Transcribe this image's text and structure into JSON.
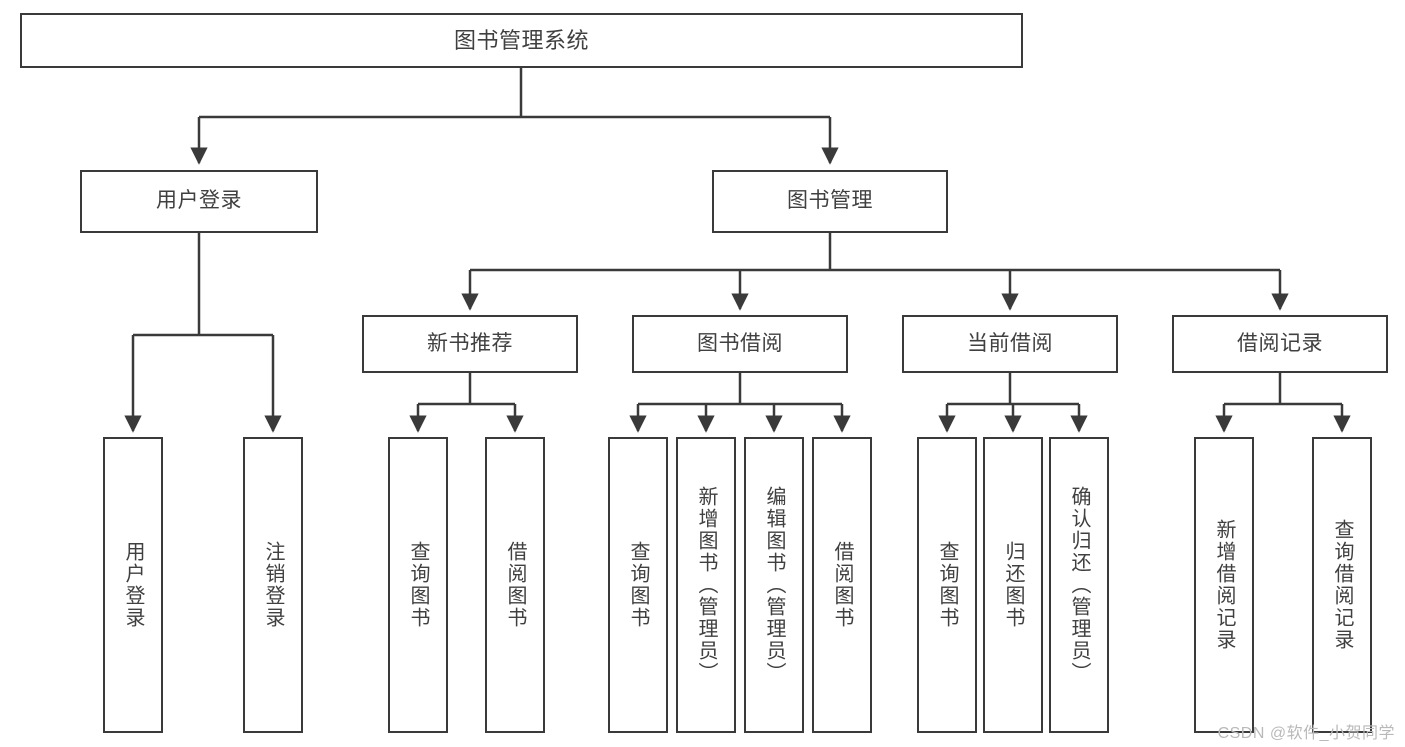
{
  "diagram": {
    "title": "图书管理系统",
    "type": "tree",
    "watermark": "CSDN @软件_小贺同学",
    "colors": {
      "box_border": "#3a3a3a",
      "box_fill": "#ffffff",
      "text": "#404040",
      "edge": "#3a3a3a",
      "watermark": "#b9b9b9",
      "background": "#ffffff"
    },
    "root": {
      "label": "图书管理系统"
    },
    "level1": [
      {
        "label": "用户登录"
      },
      {
        "label": "图书管理"
      }
    ],
    "level2": [
      {
        "label": "新书推荐"
      },
      {
        "label": "图书借阅"
      },
      {
        "label": "当前借阅"
      },
      {
        "label": "借阅记录"
      }
    ],
    "leaves": {
      "user_login": [
        {
          "label": "用户登录"
        },
        {
          "label": "注销登录"
        }
      ],
      "new_book_recommend": [
        {
          "label": "查询图书"
        },
        {
          "label": "借阅图书"
        }
      ],
      "book_borrow": [
        {
          "label": "查询图书"
        },
        {
          "label": "新增图书（管理员）"
        },
        {
          "label": "编辑图书（管理员）"
        },
        {
          "label": "借阅图书"
        }
      ],
      "current_borrow": [
        {
          "label": "查询图书"
        },
        {
          "label": "归还图书"
        },
        {
          "label": "确认归还（管理员）"
        }
      ],
      "borrow_record": [
        {
          "label": "新增借阅记录"
        },
        {
          "label": "查询借阅记录"
        }
      ]
    }
  }
}
